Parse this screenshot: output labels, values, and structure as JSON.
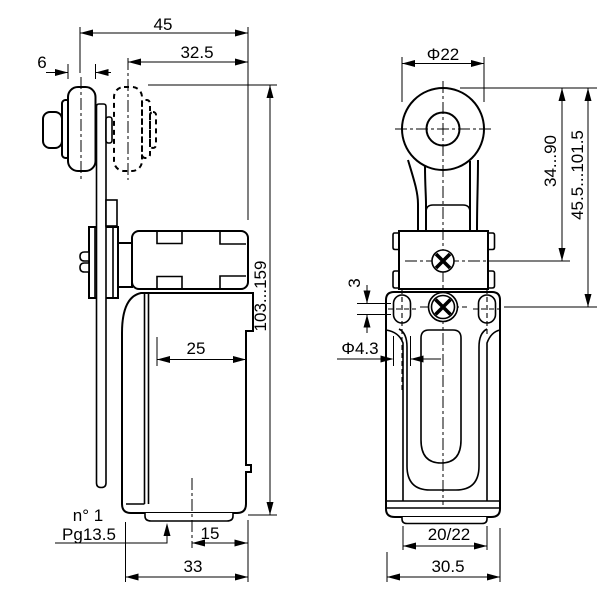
{
  "drawing": {
    "background": "#ffffff",
    "line_color": "#000000",
    "views": {
      "side": {
        "dims": {
          "lever_length": "45",
          "roller_center_offset": "32.5",
          "roller_width": "6",
          "total_height_range": "103...159",
          "body_depth": "25",
          "cable_entries": "n° 1",
          "cable_gland": "Pg13.5",
          "base_offset": "15",
          "base_depth": "33"
        }
      },
      "front": {
        "dims": {
          "roller_diameter": "Φ22",
          "lever_adjustment_range": "34...90",
          "roller_height_range": "45.5...101.5",
          "slot_straight_length": "3",
          "slot_hole_diameter": "Φ4.3",
          "mounting_hole_spacing": "20/22",
          "body_width": "30.5"
        }
      }
    }
  }
}
